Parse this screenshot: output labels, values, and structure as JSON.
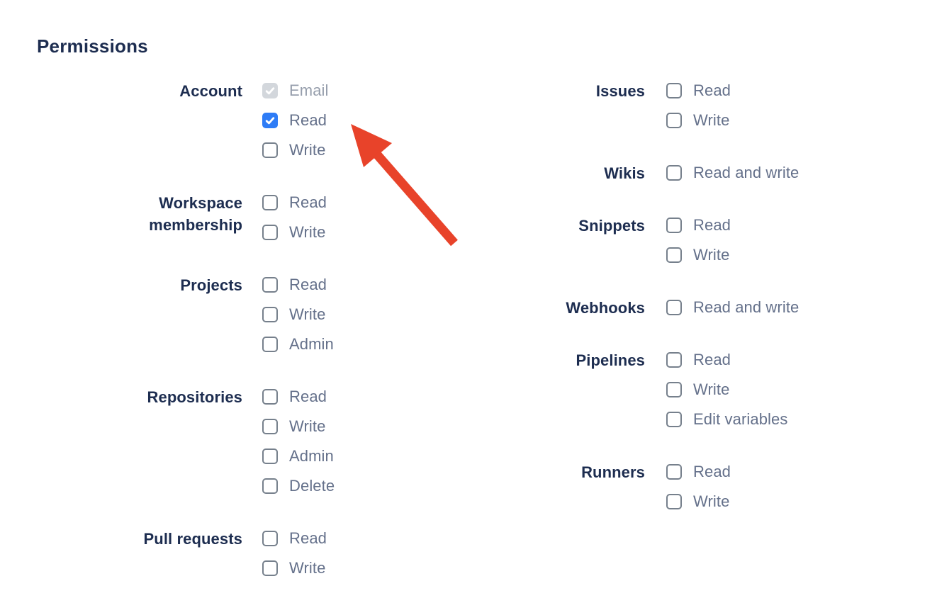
{
  "title": "Permissions",
  "colors": {
    "heading_text": "#1D2D50",
    "option_label_text": "#64708A",
    "disabled_label_text": "#969EAC",
    "checkbox_border": "#76808C",
    "checkbox_checked_fill": "#2E7CF6",
    "checkbox_disabled_fill": "#D3D7DC",
    "check_mark": "#FFFFFF"
  },
  "columns": [
    {
      "groups": [
        {
          "label": "Account",
          "options": [
            {
              "label": "Email",
              "state": "disabled-checked"
            },
            {
              "label": "Read",
              "state": "checked"
            },
            {
              "label": "Write",
              "state": "unchecked"
            }
          ]
        },
        {
          "label": "Workspace membership",
          "options": [
            {
              "label": "Read",
              "state": "unchecked"
            },
            {
              "label": "Write",
              "state": "unchecked"
            }
          ]
        },
        {
          "label": "Projects",
          "options": [
            {
              "label": "Read",
              "state": "unchecked"
            },
            {
              "label": "Write",
              "state": "unchecked"
            },
            {
              "label": "Admin",
              "state": "unchecked"
            }
          ]
        },
        {
          "label": "Repositories",
          "options": [
            {
              "label": "Read",
              "state": "unchecked"
            },
            {
              "label": "Write",
              "state": "unchecked"
            },
            {
              "label": "Admin",
              "state": "unchecked"
            },
            {
              "label": "Delete",
              "state": "unchecked"
            }
          ]
        },
        {
          "label": "Pull requests",
          "options": [
            {
              "label": "Read",
              "state": "unchecked"
            },
            {
              "label": "Write",
              "state": "unchecked"
            }
          ]
        }
      ]
    },
    {
      "groups": [
        {
          "label": "Issues",
          "options": [
            {
              "label": "Read",
              "state": "unchecked"
            },
            {
              "label": "Write",
              "state": "unchecked"
            }
          ]
        },
        {
          "label": "Wikis",
          "options": [
            {
              "label": "Read and write",
              "state": "unchecked"
            }
          ]
        },
        {
          "label": "Snippets",
          "options": [
            {
              "label": "Read",
              "state": "unchecked"
            },
            {
              "label": "Write",
              "state": "unchecked"
            }
          ]
        },
        {
          "label": "Webhooks",
          "options": [
            {
              "label": "Read and write",
              "state": "unchecked"
            }
          ]
        },
        {
          "label": "Pipelines",
          "options": [
            {
              "label": "Read",
              "state": "unchecked"
            },
            {
              "label": "Write",
              "state": "unchecked"
            },
            {
              "label": "Edit variables",
              "state": "unchecked"
            }
          ]
        },
        {
          "label": "Runners",
          "options": [
            {
              "label": "Read",
              "state": "unchecked"
            },
            {
              "label": "Write",
              "state": "unchecked"
            }
          ]
        }
      ]
    }
  ],
  "annotation": {
    "type": "arrow",
    "color": "#E8432A",
    "points_to": "account-read-checkbox"
  }
}
